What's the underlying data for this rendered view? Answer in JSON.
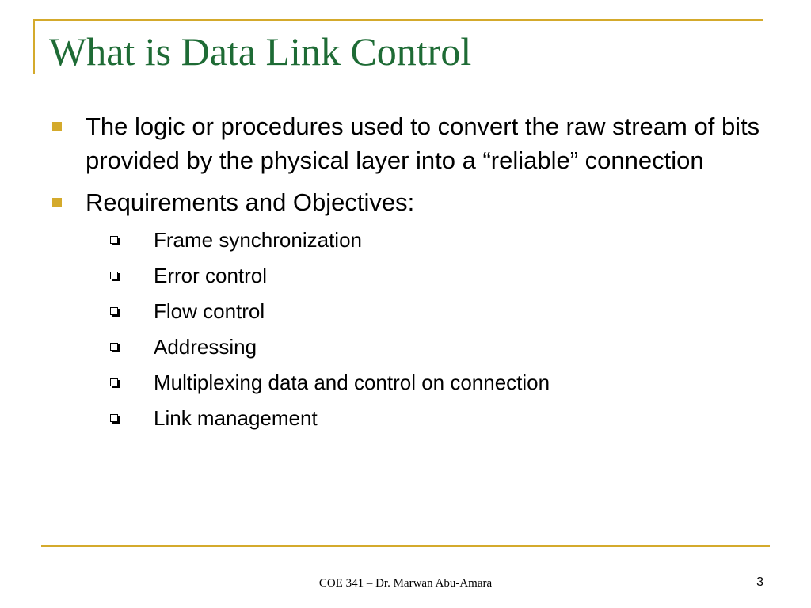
{
  "slide": {
    "title": "What is Data Link Control",
    "bullets": [
      {
        "text": "The logic or procedures used to convert the raw stream of bits provided by the physical layer into a “reliable” connection"
      },
      {
        "text": "Requirements and Objectives:",
        "subitems": [
          "Frame synchronization",
          "Error control",
          "Flow control",
          "Addressing",
          "Multiplexing data and control on connection",
          "Link management"
        ]
      }
    ]
  },
  "footer": {
    "text": "COE 341 – Dr. Marwan Abu-Amara",
    "page_number": "3"
  },
  "colors": {
    "accent": "#d4aa2c",
    "title": "#1e6b35",
    "body_text": "#000000"
  },
  "icons": {
    "level1_bullet": "filled-square-bullet-icon",
    "level2_bullet": "hollow-square-bullet-icon"
  }
}
